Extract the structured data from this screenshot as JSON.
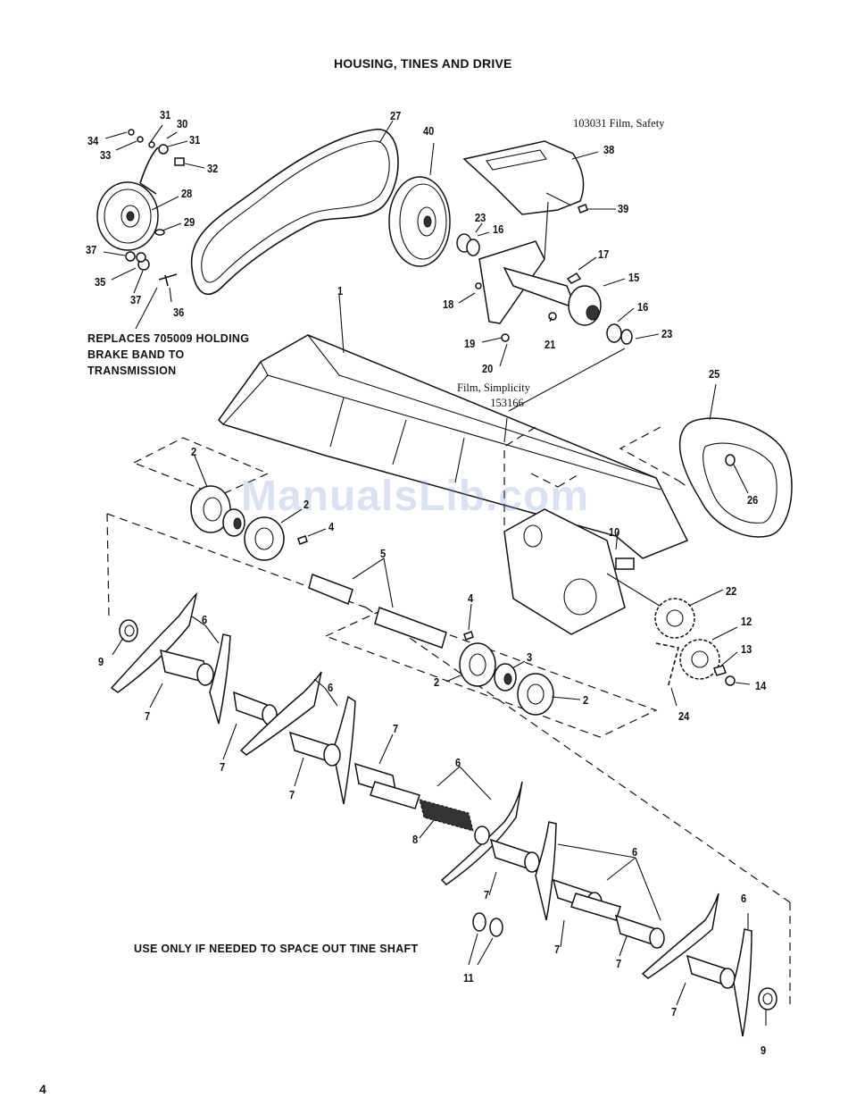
{
  "title": "HOUSING, TINES AND DRIVE",
  "notes": {
    "replaces_line1": "REPLACES 705009 HOLDING",
    "replaces_line2": "BRAKE BAND TO",
    "replaces_line3": "TRANSMISSION",
    "use_only": "USE ONLY IF NEEDED TO SPACE OUT TINE SHAFT"
  },
  "films": {
    "safety": "103031  Film, Safety",
    "simplicity_line1": "Film, Simplicity",
    "simplicity_line2": "153166"
  },
  "callouts": {
    "c1": "1",
    "c2a": "2",
    "c2b": "2",
    "c2c": "2",
    "c2d": "2",
    "c3a": "3",
    "c4a": "4",
    "c4b": "4",
    "c5": "5",
    "c6a": "6",
    "c6b": "6",
    "c6c": "6",
    "c6d": "6",
    "c6e": "6",
    "c7a": "7",
    "c7b": "7",
    "c7c": "7",
    "c7d": "7",
    "c7e": "7",
    "c7f": "7",
    "c7g": "7",
    "c7h": "7",
    "c8": "8",
    "c9a": "9",
    "c9b": "9",
    "c10": "10",
    "c11": "11",
    "c12": "12",
    "c13": "13",
    "c14": "14",
    "c15": "15",
    "c16a": "16",
    "c16b": "16",
    "c17": "17",
    "c18": "18",
    "c19": "19",
    "c20": "20",
    "c21": "21",
    "c22": "22",
    "c23a": "23",
    "c23b": "23",
    "c24": "24",
    "c25": "25",
    "c26": "26",
    "c27": "27",
    "c28": "28",
    "c29": "29",
    "c30": "30",
    "c31a": "31",
    "c31b": "31",
    "c32": "32",
    "c33": "33",
    "c34": "34",
    "c35": "35",
    "c36": "36",
    "c37a": "37",
    "c37b": "37",
    "c38": "38",
    "c39": "39",
    "c40": "40"
  },
  "watermark": "ManualsLib.com",
  "page_number": "4"
}
